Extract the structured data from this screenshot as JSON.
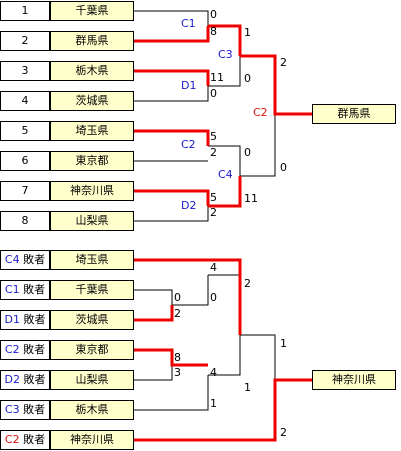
{
  "bracket1": {
    "rows": [
      {
        "seed": "1",
        "team": "千葉県"
      },
      {
        "seed": "2",
        "team": "群馬県"
      },
      {
        "seed": "3",
        "team": "栃木県"
      },
      {
        "seed": "4",
        "team": "茨城県"
      },
      {
        "seed": "5",
        "team": "埼玉県"
      },
      {
        "seed": "6",
        "team": "東京都"
      },
      {
        "seed": "7",
        "team": "神奈川県"
      },
      {
        "seed": "8",
        "team": "山梨県"
      }
    ],
    "matches": {
      "c1": "C1",
      "c2": "C2",
      "c3": "C3",
      "c4": "C4",
      "d1": "D1",
      "d2": "D2"
    },
    "scores": {
      "r1_1": "0",
      "r1_2": "8",
      "r1_3": "11",
      "r1_4": "0",
      "r1_5": "5",
      "r1_6": "2",
      "r1_7": "5",
      "r1_8": "2",
      "r2_top": "1",
      "r2_mid_a": "0",
      "r2_mid_b": "0",
      "r2_bot": "11",
      "f_top": "2",
      "f_bot": "0"
    },
    "winner": "群馬県"
  },
  "bracket2": {
    "rows": [
      {
        "tag": "C4",
        "suffix": "敗者",
        "team": "埼玉県",
        "tag_color": "blue"
      },
      {
        "tag": "C1",
        "suffix": "敗者",
        "team": "千葉県",
        "tag_color": "blue"
      },
      {
        "tag": "D1",
        "suffix": "敗者",
        "team": "茨城県",
        "tag_color": "blue"
      },
      {
        "tag": "C2",
        "suffix": "敗者",
        "team": "東京都",
        "tag_color": "blue"
      },
      {
        "tag": "D2",
        "suffix": "敗者",
        "team": "山梨県",
        "tag_color": "blue"
      },
      {
        "tag": "C3",
        "suffix": "敗者",
        "team": "栃木県",
        "tag_color": "blue"
      },
      {
        "tag": "C2",
        "suffix": "敗者",
        "team": "神奈川県",
        "tag_color": "red"
      }
    ],
    "scores": {
      "a": "4",
      "b": "0",
      "c": "0",
      "d": "2",
      "e": "2",
      "f": "8",
      "g": "3",
      "h": "4",
      "i": "1",
      "j": "1",
      "k": "1",
      "l": "2"
    },
    "winner": "神奈川県"
  },
  "colors": {
    "win_line": "#ee0000",
    "line": "#000000",
    "team_bg": "#ffffcc",
    "match_blue": "#1a1acc",
    "match_red": "#dd1111"
  }
}
